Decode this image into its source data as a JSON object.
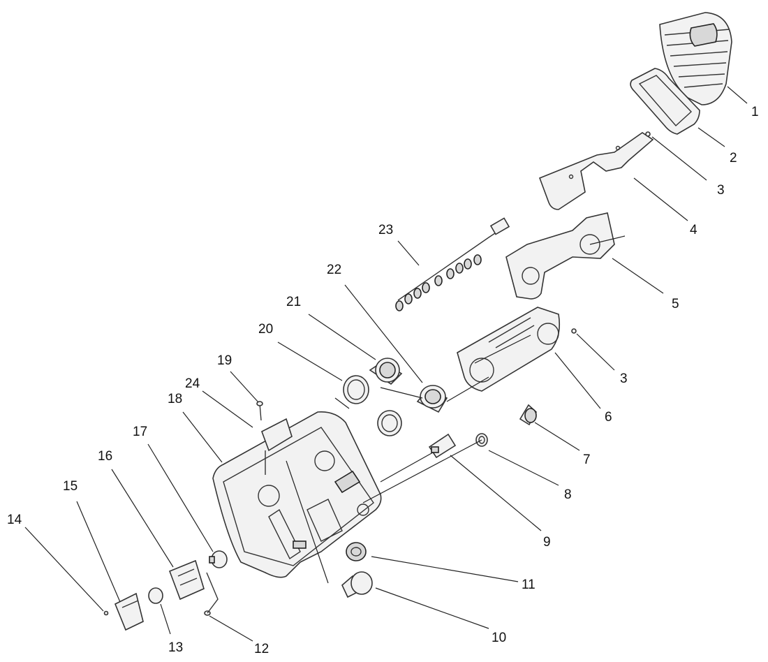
{
  "callouts": [
    {
      "id": "callout-1",
      "label": "1"
    },
    {
      "id": "callout-2",
      "label": "2"
    },
    {
      "id": "callout-3a",
      "label": "3"
    },
    {
      "id": "callout-4",
      "label": "4"
    },
    {
      "id": "callout-5",
      "label": "5"
    },
    {
      "id": "callout-3b",
      "label": "3"
    },
    {
      "id": "callout-6",
      "label": "6"
    },
    {
      "id": "callout-7",
      "label": "7"
    },
    {
      "id": "callout-8",
      "label": "8"
    },
    {
      "id": "callout-9",
      "label": "9"
    },
    {
      "id": "callout-11",
      "label": "11"
    },
    {
      "id": "callout-10",
      "label": "10"
    },
    {
      "id": "callout-12",
      "label": "12"
    },
    {
      "id": "callout-13",
      "label": "13"
    },
    {
      "id": "callout-14",
      "label": "14"
    },
    {
      "id": "callout-15",
      "label": "15"
    },
    {
      "id": "callout-16",
      "label": "16"
    },
    {
      "id": "callout-17",
      "label": "17"
    },
    {
      "id": "callout-18",
      "label": "18"
    },
    {
      "id": "callout-24",
      "label": "24"
    },
    {
      "id": "callout-19",
      "label": "19"
    },
    {
      "id": "callout-20",
      "label": "20"
    },
    {
      "id": "callout-21",
      "label": "21"
    },
    {
      "id": "callout-22",
      "label": "22"
    },
    {
      "id": "callout-23",
      "label": "23"
    }
  ]
}
